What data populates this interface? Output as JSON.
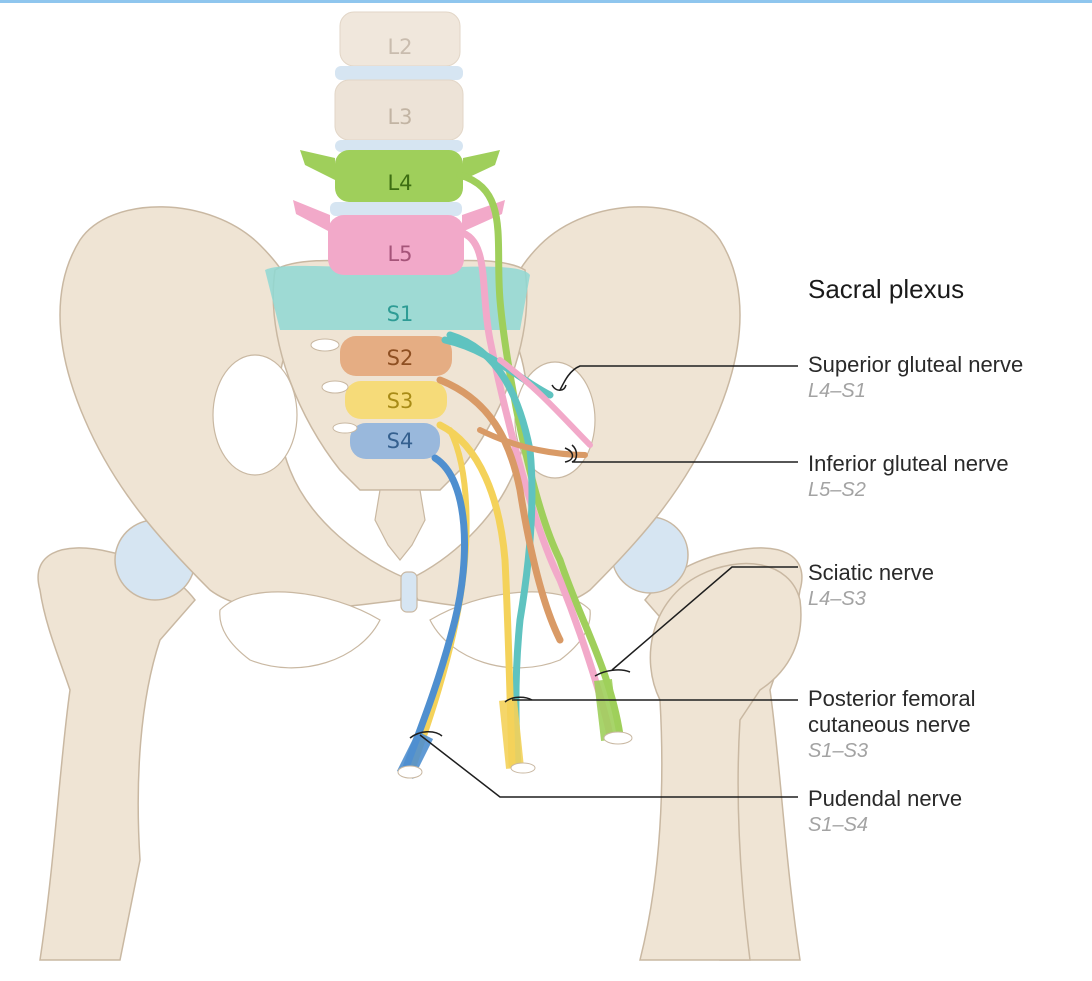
{
  "figure": {
    "title": "Sacral plexus",
    "vertebrae": [
      {
        "label": "L2",
        "color": "#f0e7dc",
        "text_color": "#c9bcae"
      },
      {
        "label": "L3",
        "color": "#ede3d7",
        "text_color": "#c2b4a3"
      },
      {
        "label": "L4",
        "color": "#9fcf5b",
        "text_color": "#3d6e12"
      },
      {
        "label": "L5",
        "color": "#f2a9c9",
        "text_color": "#a55479"
      },
      {
        "label": "S1",
        "color": "#8fd8d3",
        "text_color": "#2e9c95"
      },
      {
        "label": "S2",
        "color": "#e3a67a",
        "text_color": "#8e4f22"
      },
      {
        "label": "S3",
        "color": "#f6d96f",
        "text_color": "#a88b16"
      },
      {
        "label": "S4",
        "color": "#8fb3dd",
        "text_color": "#35608f"
      }
    ],
    "nerves": [
      {
        "name": "Superior gluteal nerve",
        "roots": "L4–S1"
      },
      {
        "name": "Inferior gluteal nerve",
        "roots": "L5–S2"
      },
      {
        "name": "Sciatic nerve",
        "roots": "L4–S3"
      },
      {
        "name": "Posterior femoral cutaneous nerve",
        "name_line1": "Posterior femoral",
        "name_line2": "cutaneous nerve",
        "roots": "S1–S3"
      },
      {
        "name": "Pudendal nerve",
        "roots": "S1–S4"
      }
    ],
    "colors": {
      "bone": "#efe4d4",
      "bone_outline": "#c9b8a2",
      "cartilage": "#d6e5f2",
      "nerve_L4": "#9fcf5b",
      "nerve_L5": "#f2a9c9",
      "nerve_S1": "#5fc3c0",
      "nerve_S2": "#d99a66",
      "nerve_S3": "#f4d25a",
      "nerve_S4": "#4f8fcf",
      "leader": "#1e1e1e"
    }
  }
}
